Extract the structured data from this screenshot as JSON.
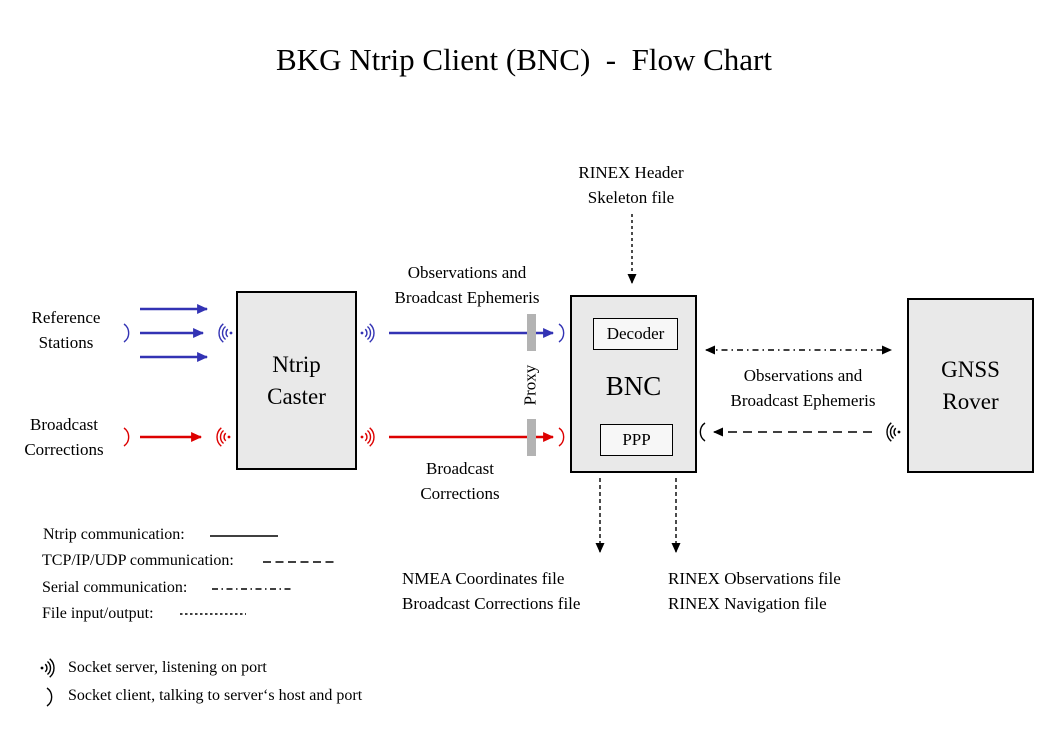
{
  "title": "BKG Ntrip Client (BNC)  -  Flow Chart",
  "nodes": {
    "ntrip_caster": "Ntrip\nCaster",
    "bnc": "BNC",
    "decoder": "Decoder",
    "ppp": "PPP",
    "gnss_rover": "GNSS\nRover",
    "proxy": "Proxy"
  },
  "labels": {
    "reference_stations": "Reference\nStations",
    "broadcast_corrections_input": "Broadcast\nCorrections",
    "observations_ephemeris_top": "Observations and\nBroadcast Ephemeris",
    "broadcast_corrections_mid": "Broadcast\nCorrections",
    "rinex_header_skeleton": "RINEX Header\nSkeleton file",
    "observations_ephemeris_right": "Observations and\nBroadcast Ephemeris",
    "nmea_output": "NMEA Coordinates file\nBroadcast Corrections file",
    "rinex_output": "RINEX Observations file\nRINEX Navigation file"
  },
  "legend": {
    "items": [
      {
        "label": "Ntrip communication:",
        "style": "solid"
      },
      {
        "label": "TCP/IP/UDP communication:",
        "style": "dashed"
      },
      {
        "label": "Serial communication:",
        "style": "dash-dot"
      },
      {
        "label": "File input/output:",
        "style": "short-dash"
      }
    ],
    "socket_server": "Socket server, listening on port",
    "socket_client": "Socket client, talking to server‘s host and port"
  },
  "colors": {
    "ntrip_blue": "#3333b4",
    "corrections_red": "#dd0000",
    "box_fill": "#e9e9e9",
    "proxy_gray": "#b3b3b3",
    "line_black": "#000000"
  }
}
